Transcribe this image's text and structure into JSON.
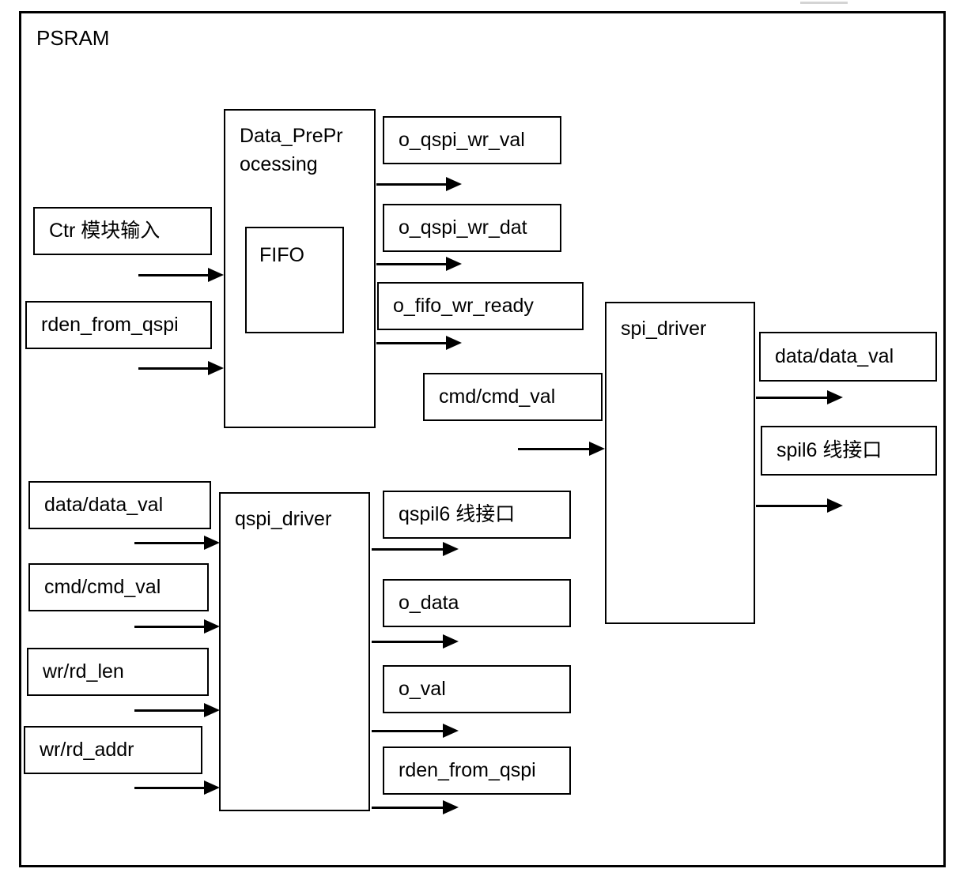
{
  "diagram": {
    "title": "PSRAM",
    "type": "block-diagram",
    "blocks": {
      "data_preprocessing": "Data_PrePr\nocessing",
      "fifo": "FIFO",
      "spi_driver": "spi_driver",
      "qspi_driver": "qspi_driver"
    },
    "preprocessing_inputs": [
      {
        "label": "Ctr 模块输入"
      },
      {
        "label": "rden_from_qspi"
      }
    ],
    "preprocessing_outputs": [
      {
        "label": "o_qspi_wr_val"
      },
      {
        "label": "o_qspi_wr_dat"
      },
      {
        "label": "o_fifo_wr_ready"
      }
    ],
    "spi_driver_inputs": [
      {
        "label": "cmd/cmd_val"
      }
    ],
    "spi_driver_outputs": [
      {
        "label": "data/data_val"
      },
      {
        "label": "spil6 线接口"
      }
    ],
    "qspi_driver_inputs": [
      {
        "label": "data/data_val"
      },
      {
        "label": "cmd/cmd_val"
      },
      {
        "label": "wr/rd_len"
      },
      {
        "label": "wr/rd_addr"
      }
    ],
    "qspi_driver_outputs": [
      {
        "label": "qspil6 线接口"
      },
      {
        "label": "o_data"
      },
      {
        "label": "o_val"
      },
      {
        "label": "rden_from_qspi"
      }
    ],
    "colors": {
      "stroke": "#000000",
      "background": "#ffffff",
      "text": "#000000"
    }
  }
}
